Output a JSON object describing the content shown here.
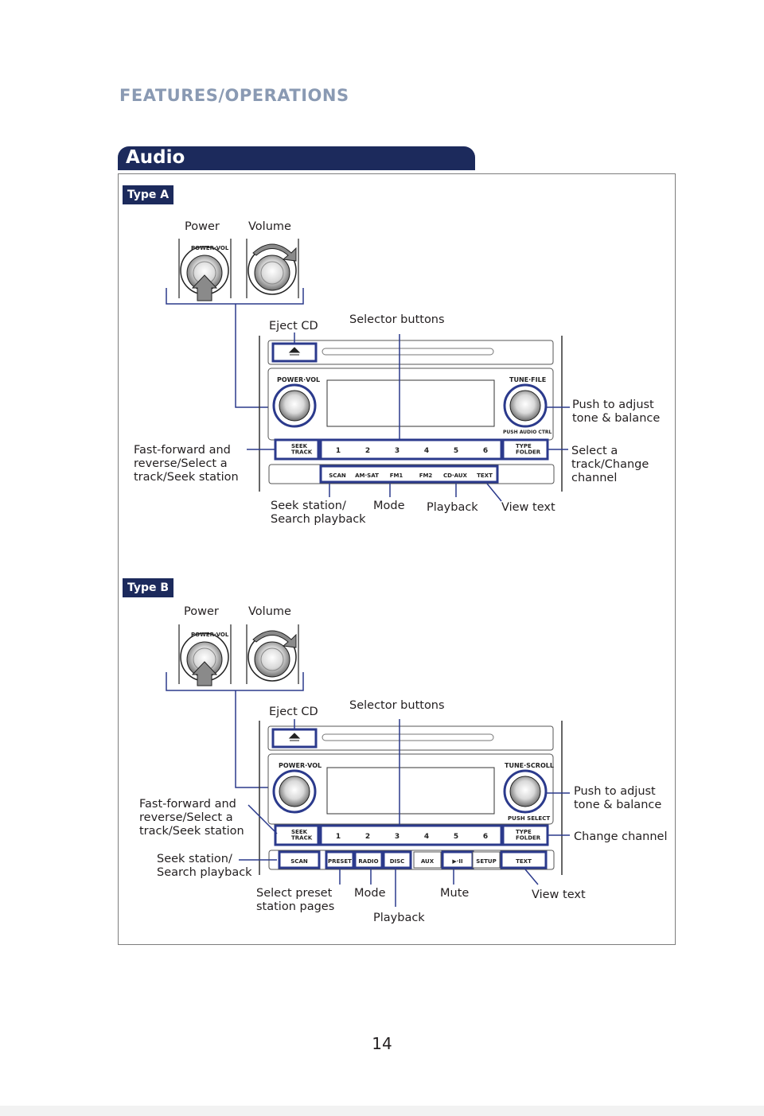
{
  "header": {
    "section": "FEATURES/OPERATIONS"
  },
  "tab": {
    "title": "Audio"
  },
  "typeA": {
    "tag": "Type A",
    "power": "Power",
    "volume": "Volume",
    "eject": "Eject CD",
    "selector": "Selector buttons",
    "push_adjust": "Push to adjust\ntone & balance",
    "ff": "Fast-forward and\nreverse/Select a\ntrack/Seek station",
    "select_track": "Select a\ntrack/Change\nchannel",
    "seek_station": "Seek station/\nSearch playback",
    "mode": "Mode",
    "playback": "Playback",
    "view_text": "View text",
    "unit": {
      "power_vol": "POWER·VOL",
      "tune_file": "TUNE·FILE",
      "push_audio": "PUSH AUDIO CTRL",
      "seek": "SEEK\nTRACK",
      "type_folder": "TYPE\nFOLDER",
      "numbers": [
        "1",
        "2",
        "3",
        "4",
        "5",
        "6"
      ],
      "bottom_buttons": [
        "SCAN",
        "AM·SAT",
        "FM1",
        "FM2",
        "CD·AUX",
        "TEXT"
      ]
    }
  },
  "typeB": {
    "tag": "Type B",
    "power": "Power",
    "volume": "Volume",
    "eject": "Eject CD",
    "selector": "Selector buttons",
    "push_adjust": "Push to adjust\ntone & balance",
    "ff": "Fast-forward and\nreverse/Select a\ntrack/Seek station",
    "change_channel": "Change channel",
    "seek_station": "Seek station/\nSearch playback",
    "select_preset": "Select preset\nstation pages",
    "mode": "Mode",
    "mute": "Mute",
    "view_text": "View text",
    "playback": "Playback",
    "unit": {
      "power_vol": "POWER·VOL",
      "tune_scroll": "TUNE·SCROLL",
      "push_select": "PUSH SELECT",
      "seek": "SEEK\nTRACK",
      "type_folder": "TYPE\nFOLDER",
      "numbers": [
        "1",
        "2",
        "3",
        "4",
        "5",
        "6"
      ],
      "bottom_buttons": [
        "SCAN",
        "PRESET",
        "RADIO",
        "DISC",
        "AUX",
        "▶·II",
        "SETUP",
        "TEXT"
      ]
    }
  },
  "page_number": "14",
  "colors": {
    "navy": "#1c2a5c",
    "line": "#2b3a8c",
    "header": "#8a9ab3"
  }
}
